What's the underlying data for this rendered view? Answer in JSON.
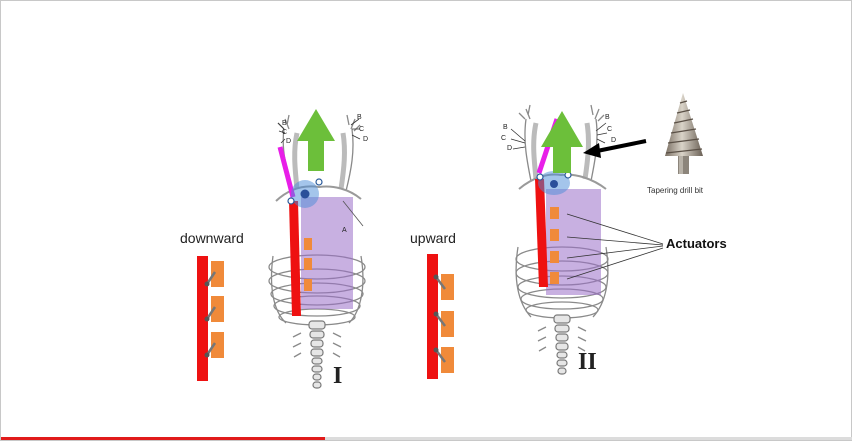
{
  "labels": {
    "downward": "downward",
    "upward": "upward",
    "actuators": "Actuators",
    "drill": "Tapering drill bit",
    "panel1": "I",
    "panel2": "II"
  },
  "bone_letters": [
    "A",
    "B",
    "C",
    "D"
  ],
  "colors": {
    "rod": "#ee1111",
    "actuator": "#f08a3a",
    "magenta_link": "#e81ee8",
    "arrow": "#6cbf3a",
    "muscle": "#9a70c8",
    "joint": "#4a8bd8",
    "progress": "#e11b1b"
  },
  "video": {
    "progress": 0.38
  }
}
